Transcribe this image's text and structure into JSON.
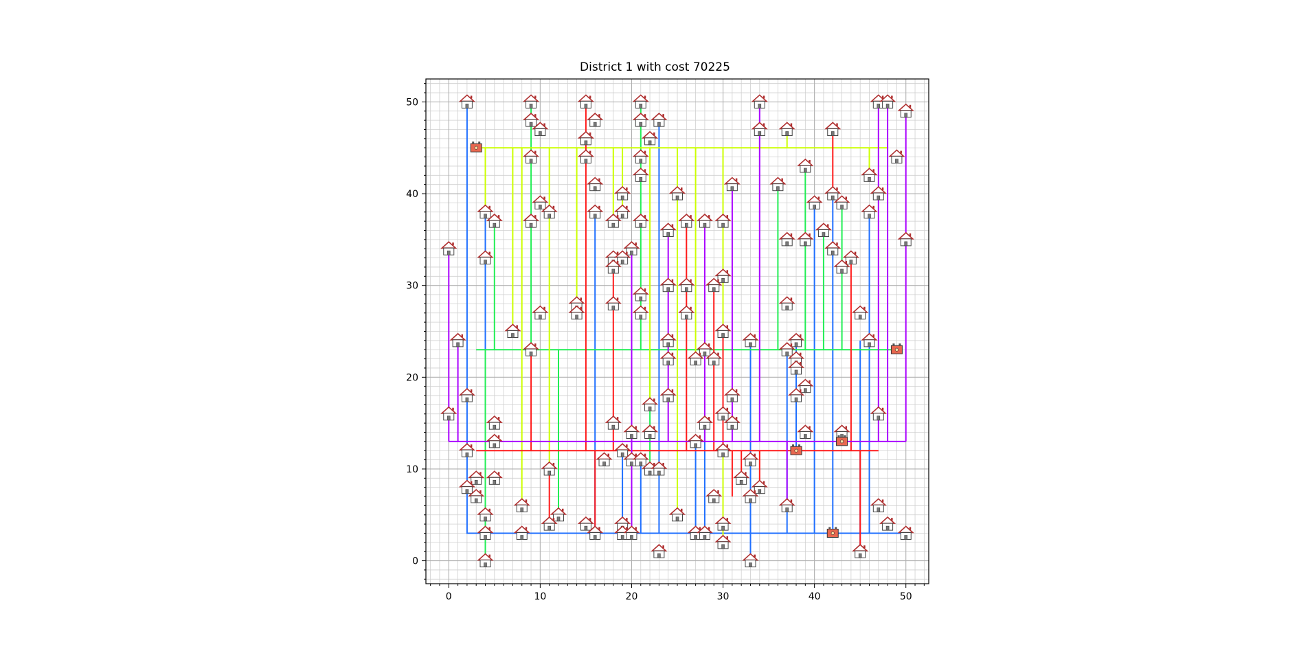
{
  "chart_data": {
    "type": "scatter",
    "title": "District 1 with cost 70225",
    "xlabel": "",
    "ylabel": "",
    "xlim": [
      -2.5,
      52.5
    ],
    "ylim": [
      -2.5,
      52.5
    ],
    "x_ticks": [
      "0",
      "10",
      "20",
      "30",
      "40",
      "50"
    ],
    "y_ticks": [
      "0",
      "10",
      "20",
      "30",
      "40",
      "50"
    ],
    "grid": true,
    "minor_grid": true,
    "colors": {
      "blue": "#1f6fff",
      "green": "#22ee55",
      "yellow": "#ccff00",
      "red": "#ff1a1a",
      "purple": "#aa00ff",
      "battery": "#e8674f"
    },
    "batteries": [
      {
        "x": 3,
        "y": 45,
        "color": "yellow"
      },
      {
        "x": 49,
        "y": 23,
        "color": "green"
      },
      {
        "x": 38,
        "y": 12,
        "color": "blue"
      },
      {
        "x": 43,
        "y": 13,
        "color": "purple"
      },
      {
        "x": 42,
        "y": 3,
        "color": "blue"
      }
    ],
    "houses": [
      [
        2,
        50
      ],
      [
        9,
        50
      ],
      [
        15,
        50
      ],
      [
        21,
        50
      ],
      [
        34,
        50
      ],
      [
        47,
        50
      ],
      [
        48,
        50
      ],
      [
        50,
        49
      ],
      [
        9,
        48
      ],
      [
        16,
        48
      ],
      [
        21,
        48
      ],
      [
        23,
        48
      ],
      [
        10,
        47
      ],
      [
        34,
        47
      ],
      [
        37,
        47
      ],
      [
        42,
        47
      ],
      [
        15,
        46
      ],
      [
        22,
        46
      ],
      [
        9,
        44
      ],
      [
        15,
        44
      ],
      [
        21,
        44
      ],
      [
        49,
        44
      ],
      [
        21,
        42
      ],
      [
        46,
        42
      ],
      [
        16,
        41
      ],
      [
        31,
        41
      ],
      [
        36,
        41
      ],
      [
        39,
        43
      ],
      [
        19,
        40
      ],
      [
        25,
        40
      ],
      [
        42,
        40
      ],
      [
        47,
        40
      ],
      [
        10,
        39
      ],
      [
        40,
        39
      ],
      [
        43,
        39
      ],
      [
        4,
        38
      ],
      [
        11,
        38
      ],
      [
        16,
        38
      ],
      [
        19,
        38
      ],
      [
        46,
        38
      ],
      [
        5,
        37
      ],
      [
        9,
        37
      ],
      [
        18,
        37
      ],
      [
        21,
        37
      ],
      [
        26,
        37
      ],
      [
        28,
        37
      ],
      [
        30,
        37
      ],
      [
        24,
        36
      ],
      [
        41,
        36
      ],
      [
        37,
        35
      ],
      [
        39,
        35
      ],
      [
        50,
        35
      ],
      [
        0,
        34
      ],
      [
        20,
        34
      ],
      [
        42,
        34
      ],
      [
        4,
        33
      ],
      [
        18,
        33
      ],
      [
        19,
        33
      ],
      [
        44,
        33
      ],
      [
        18,
        32
      ],
      [
        43,
        32
      ],
      [
        30,
        31
      ],
      [
        24,
        30
      ],
      [
        26,
        30
      ],
      [
        29,
        30
      ],
      [
        21,
        29
      ],
      [
        14,
        28
      ],
      [
        18,
        28
      ],
      [
        37,
        28
      ],
      [
        10,
        27
      ],
      [
        14,
        27
      ],
      [
        21,
        27
      ],
      [
        26,
        27
      ],
      [
        45,
        27
      ],
      [
        7,
        25
      ],
      [
        30,
        25
      ],
      [
        1,
        24
      ],
      [
        24,
        24
      ],
      [
        33,
        24
      ],
      [
        38,
        24
      ],
      [
        46,
        24
      ],
      [
        9,
        23
      ],
      [
        28,
        23
      ],
      [
        37,
        23
      ],
      [
        24,
        22
      ],
      [
        27,
        22
      ],
      [
        29,
        22
      ],
      [
        38,
        22
      ],
      [
        38,
        21
      ],
      [
        39,
        19
      ],
      [
        2,
        18
      ],
      [
        24,
        18
      ],
      [
        31,
        18
      ],
      [
        38,
        18
      ],
      [
        22,
        17
      ],
      [
        0,
        16
      ],
      [
        30,
        16
      ],
      [
        47,
        16
      ],
      [
        5,
        15
      ],
      [
        18,
        15
      ],
      [
        28,
        15
      ],
      [
        31,
        15
      ],
      [
        20,
        14
      ],
      [
        22,
        14
      ],
      [
        39,
        14
      ],
      [
        43,
        14
      ],
      [
        5,
        13
      ],
      [
        27,
        13
      ],
      [
        2,
        12
      ],
      [
        19,
        12
      ],
      [
        30,
        12
      ],
      [
        17,
        11
      ],
      [
        20,
        11
      ],
      [
        21,
        11
      ],
      [
        33,
        11
      ],
      [
        11,
        10
      ],
      [
        22,
        10
      ],
      [
        23,
        10
      ],
      [
        3,
        9
      ],
      [
        5,
        9
      ],
      [
        32,
        9
      ],
      [
        2,
        8
      ],
      [
        34,
        8
      ],
      [
        3,
        7
      ],
      [
        29,
        7
      ],
      [
        33,
        7
      ],
      [
        8,
        6
      ],
      [
        37,
        6
      ],
      [
        47,
        6
      ],
      [
        4,
        5
      ],
      [
        12,
        5
      ],
      [
        25,
        5
      ],
      [
        11,
        4
      ],
      [
        15,
        4
      ],
      [
        19,
        4
      ],
      [
        30,
        4
      ],
      [
        48,
        4
      ],
      [
        4,
        3
      ],
      [
        8,
        3
      ],
      [
        16,
        3
      ],
      [
        19,
        3
      ],
      [
        20,
        3
      ],
      [
        27,
        3
      ],
      [
        28,
        3
      ],
      [
        50,
        3
      ],
      [
        30,
        2
      ],
      [
        23,
        1
      ],
      [
        45,
        1
      ],
      [
        4,
        0
      ],
      [
        33,
        0
      ]
    ],
    "cables": [
      {
        "color": "blue",
        "points": [
          [
            2,
            50
          ],
          [
            2,
            3
          ],
          [
            42,
            3
          ]
        ]
      },
      {
        "color": "blue",
        "points": [
          [
            42,
            3
          ],
          [
            50,
            3
          ]
        ]
      },
      {
        "color": "blue",
        "points": [
          [
            16,
            38
          ],
          [
            16,
            3
          ]
        ]
      },
      {
        "color": "blue",
        "points": [
          [
            19,
            12
          ],
          [
            19,
            3
          ]
        ]
      },
      {
        "color": "blue",
        "points": [
          [
            21,
            11
          ],
          [
            21,
            3
          ]
        ]
      },
      {
        "color": "blue",
        "points": [
          [
            23,
            48
          ],
          [
            23,
            3
          ]
        ]
      },
      {
        "color": "blue",
        "points": [
          [
            27,
            13
          ],
          [
            27,
            3
          ]
        ]
      },
      {
        "color": "blue",
        "points": [
          [
            28,
            15
          ],
          [
            28,
            3
          ]
        ]
      },
      {
        "color": "blue",
        "points": [
          [
            33,
            24
          ],
          [
            33,
            0
          ]
        ]
      },
      {
        "color": "blue",
        "points": [
          [
            37,
            23
          ],
          [
            37,
            3
          ]
        ]
      },
      {
        "color": "blue",
        "points": [
          [
            40,
            39
          ],
          [
            40,
            3
          ]
        ]
      },
      {
        "color": "blue",
        "points": [
          [
            42,
            40
          ],
          [
            42,
            3
          ]
        ]
      },
      {
        "color": "blue",
        "points": [
          [
            45,
            24
          ],
          [
            45,
            1
          ]
        ]
      },
      {
        "color": "blue",
        "points": [
          [
            46,
            38
          ],
          [
            46,
            3
          ]
        ]
      },
      {
        "color": "blue",
        "points": [
          [
            4,
            38
          ],
          [
            4,
            13
          ]
        ]
      },
      {
        "color": "blue",
        "points": [
          [
            38,
            24
          ],
          [
            38,
            12
          ]
        ]
      },
      {
        "color": "green",
        "points": [
          [
            3,
            23
          ],
          [
            49,
            23
          ]
        ]
      },
      {
        "color": "green",
        "points": [
          [
            5,
            37
          ],
          [
            5,
            23
          ]
        ]
      },
      {
        "color": "green",
        "points": [
          [
            4,
            23
          ],
          [
            4,
            0
          ]
        ]
      },
      {
        "color": "green",
        "points": [
          [
            9,
            50
          ],
          [
            9,
            23
          ]
        ]
      },
      {
        "color": "green",
        "points": [
          [
            12,
            23
          ],
          [
            12,
            5
          ]
        ]
      },
      {
        "color": "green",
        "points": [
          [
            21,
            50
          ],
          [
            21,
            23
          ]
        ]
      },
      {
        "color": "green",
        "points": [
          [
            22,
            23
          ],
          [
            22,
            10
          ]
        ]
      },
      {
        "color": "green",
        "points": [
          [
            25,
            40
          ],
          [
            25,
            23
          ]
        ]
      },
      {
        "color": "green",
        "points": [
          [
            36,
            41
          ],
          [
            36,
            23
          ]
        ]
      },
      {
        "color": "green",
        "points": [
          [
            39,
            43
          ],
          [
            39,
            23
          ]
        ]
      },
      {
        "color": "green",
        "points": [
          [
            41,
            36
          ],
          [
            41,
            23
          ]
        ]
      },
      {
        "color": "green",
        "points": [
          [
            43,
            39
          ],
          [
            43,
            23
          ]
        ]
      },
      {
        "color": "yellow",
        "points": [
          [
            3,
            45
          ],
          [
            48,
            45
          ]
        ]
      },
      {
        "color": "yellow",
        "points": [
          [
            4,
            45
          ],
          [
            4,
            38
          ]
        ]
      },
      {
        "color": "yellow",
        "points": [
          [
            7,
            45
          ],
          [
            7,
            25
          ]
        ]
      },
      {
        "color": "yellow",
        "points": [
          [
            8,
            45
          ],
          [
            8,
            6
          ]
        ]
      },
      {
        "color": "yellow",
        "points": [
          [
            11,
            45
          ],
          [
            11,
            10
          ]
        ]
      },
      {
        "color": "yellow",
        "points": [
          [
            14,
            45
          ],
          [
            14,
            27
          ]
        ]
      },
      {
        "color": "yellow",
        "points": [
          [
            18,
            45
          ],
          [
            18,
            37
          ]
        ]
      },
      {
        "color": "yellow",
        "points": [
          [
            19,
            45
          ],
          [
            19,
            38
          ]
        ]
      },
      {
        "color": "yellow",
        "points": [
          [
            22,
            45
          ],
          [
            22,
            17
          ]
        ]
      },
      {
        "color": "yellow",
        "points": [
          [
            25,
            45
          ],
          [
            25,
            5
          ]
        ]
      },
      {
        "color": "yellow",
        "points": [
          [
            27,
            45
          ],
          [
            27,
            22
          ]
        ]
      },
      {
        "color": "yellow",
        "points": [
          [
            30,
            45
          ],
          [
            30,
            2
          ]
        ]
      },
      {
        "color": "yellow",
        "points": [
          [
            37,
            45
          ],
          [
            37,
            47
          ]
        ]
      },
      {
        "color": "yellow",
        "points": [
          [
            46,
            45
          ],
          [
            46,
            42
          ]
        ]
      },
      {
        "color": "red",
        "points": [
          [
            3,
            12
          ],
          [
            47,
            12
          ]
        ]
      },
      {
        "color": "red",
        "points": [
          [
            9,
            23
          ],
          [
            9,
            12
          ]
        ]
      },
      {
        "color": "red",
        "points": [
          [
            11,
            10
          ],
          [
            11,
            4
          ]
        ]
      },
      {
        "color": "red",
        "points": [
          [
            15,
            50
          ],
          [
            15,
            12
          ]
        ]
      },
      {
        "color": "red",
        "points": [
          [
            16,
            12
          ],
          [
            16,
            3
          ]
        ]
      },
      {
        "color": "red",
        "points": [
          [
            18,
            33
          ],
          [
            18,
            12
          ]
        ]
      },
      {
        "color": "red",
        "points": [
          [
            26,
            37
          ],
          [
            26,
            12
          ]
        ]
      },
      {
        "color": "red",
        "points": [
          [
            29,
            30
          ],
          [
            29,
            12
          ]
        ]
      },
      {
        "color": "red",
        "points": [
          [
            30,
            25
          ],
          [
            30,
            12
          ]
        ]
      },
      {
        "color": "red",
        "points": [
          [
            31,
            12
          ],
          [
            31,
            7
          ]
        ]
      },
      {
        "color": "red",
        "points": [
          [
            32,
            12
          ],
          [
            32,
            9
          ]
        ]
      },
      {
        "color": "red",
        "points": [
          [
            34,
            12
          ],
          [
            34,
            8
          ]
        ]
      },
      {
        "color": "red",
        "points": [
          [
            42,
            47
          ],
          [
            42,
            40
          ]
        ]
      },
      {
        "color": "red",
        "points": [
          [
            44,
            33
          ],
          [
            44,
            12
          ]
        ]
      },
      {
        "color": "red",
        "points": [
          [
            45,
            12
          ],
          [
            45,
            1
          ]
        ]
      },
      {
        "color": "purple",
        "points": [
          [
            0,
            13
          ],
          [
            50,
            13
          ]
        ]
      },
      {
        "color": "purple",
        "points": [
          [
            0,
            34
          ],
          [
            0,
            13
          ]
        ]
      },
      {
        "color": "purple",
        "points": [
          [
            1,
            24
          ],
          [
            1,
            13
          ]
        ]
      },
      {
        "color": "purple",
        "points": [
          [
            20,
            34
          ],
          [
            20,
            3
          ]
        ]
      },
      {
        "color": "purple",
        "points": [
          [
            24,
            36
          ],
          [
            24,
            13
          ]
        ]
      },
      {
        "color": "purple",
        "points": [
          [
            28,
            37
          ],
          [
            28,
            13
          ]
        ]
      },
      {
        "color": "purple",
        "points": [
          [
            31,
            41
          ],
          [
            31,
            13
          ]
        ]
      },
      {
        "color": "purple",
        "points": [
          [
            34,
            50
          ],
          [
            34,
            13
          ]
        ]
      },
      {
        "color": "purple",
        "points": [
          [
            37,
            13
          ],
          [
            37,
            6
          ]
        ]
      },
      {
        "color": "purple",
        "points": [
          [
            47,
            50
          ],
          [
            47,
            13
          ]
        ]
      },
      {
        "color": "purple",
        "points": [
          [
            48,
            50
          ],
          [
            48,
            13
          ]
        ]
      },
      {
        "color": "purple",
        "points": [
          [
            50,
            49
          ],
          [
            50,
            13
          ]
        ]
      }
    ]
  }
}
